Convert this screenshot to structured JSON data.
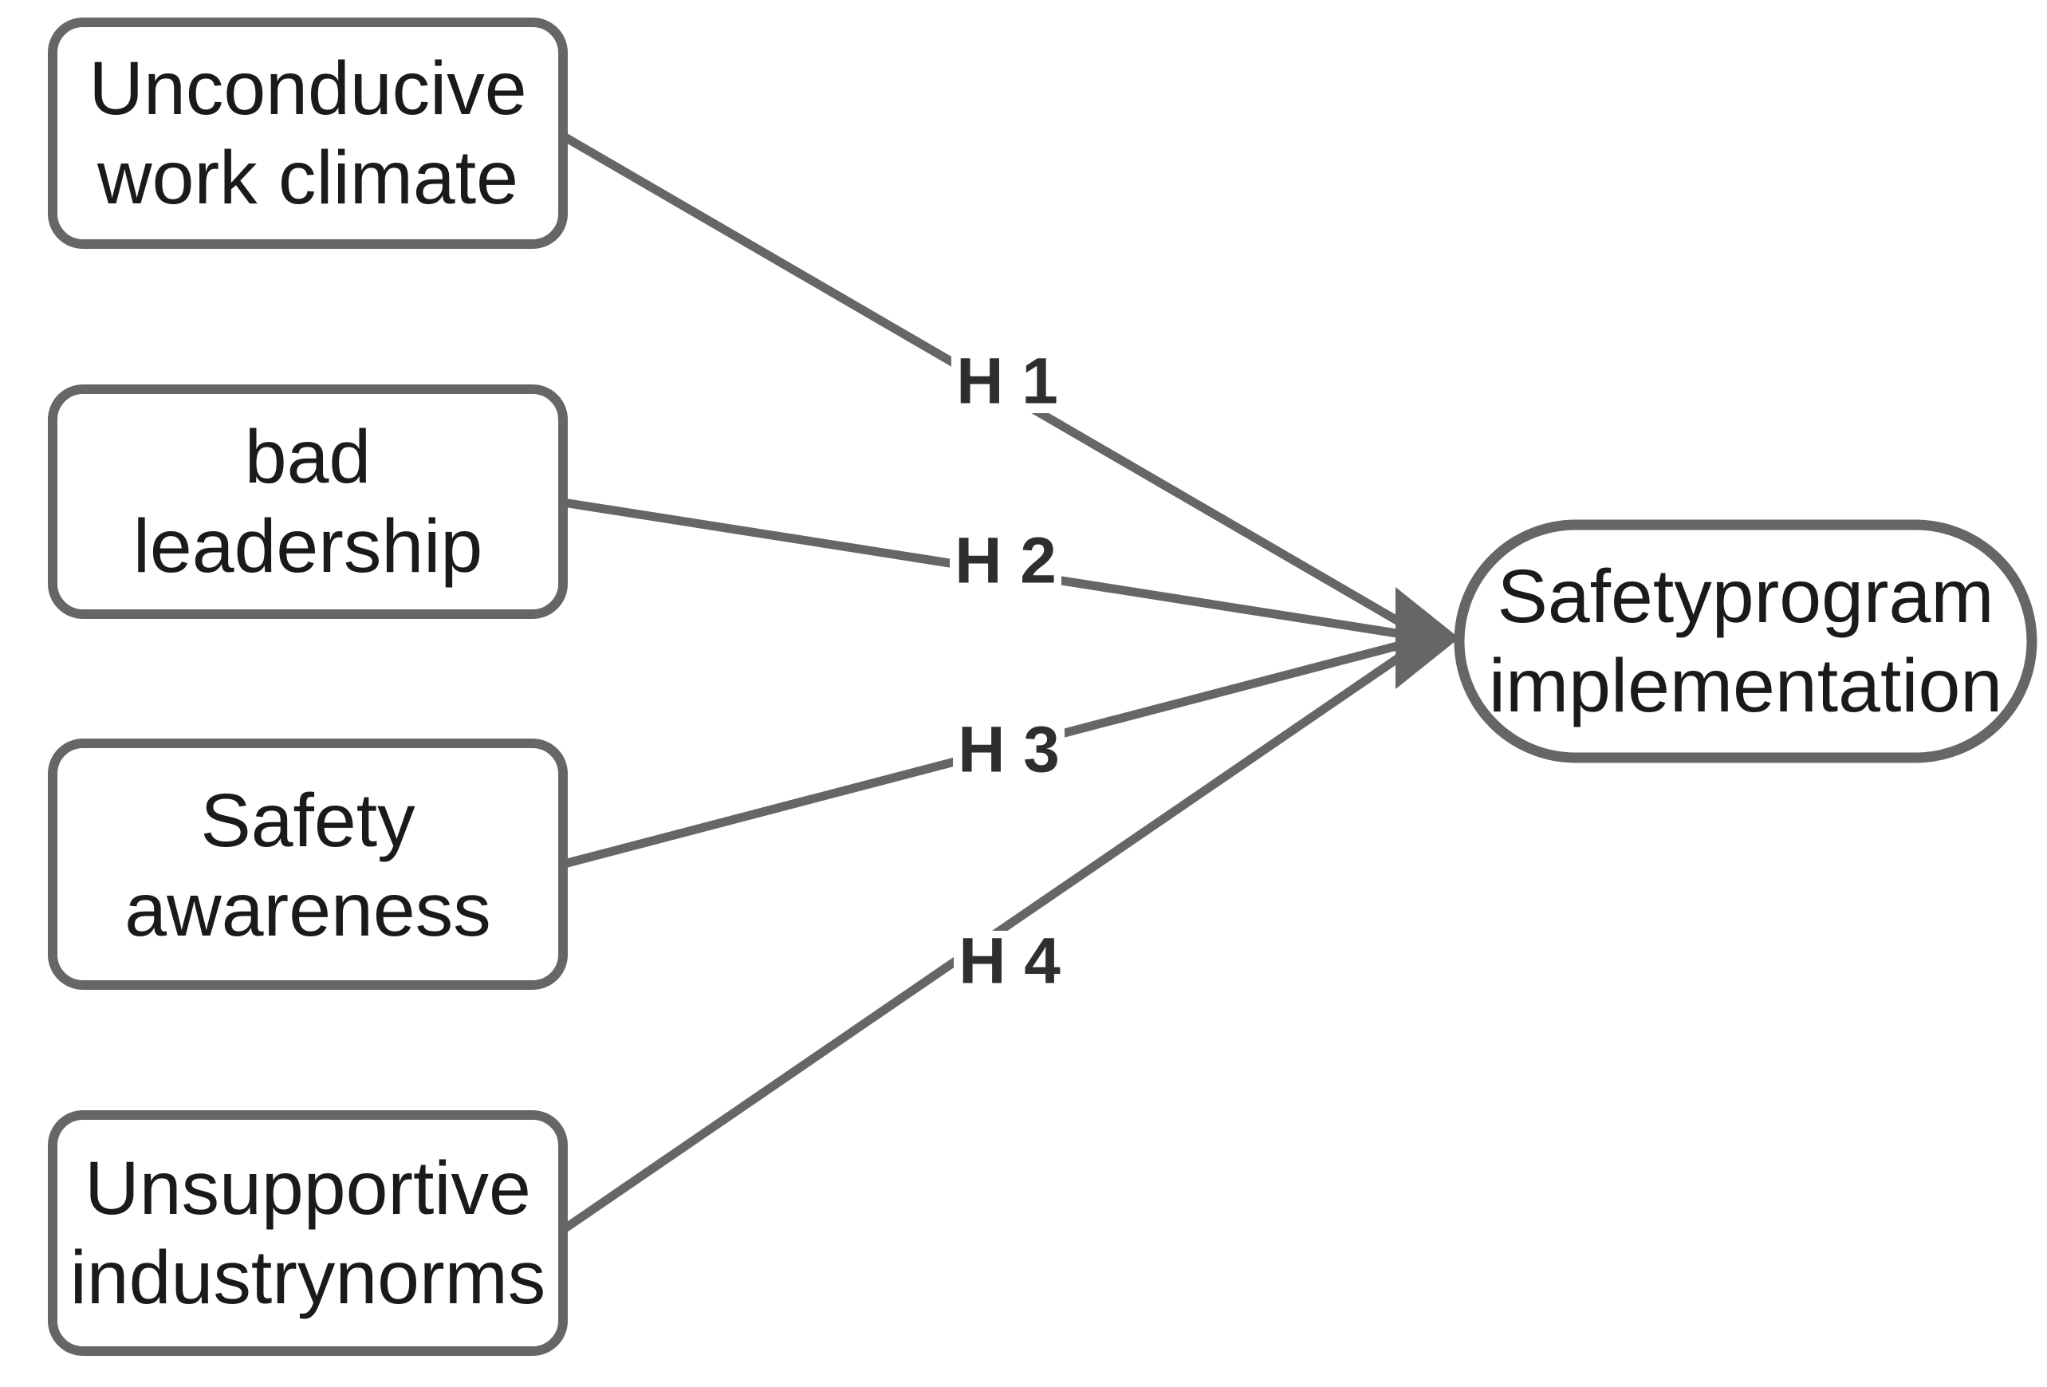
{
  "diagram": {
    "type": "hypothesis-model",
    "colors": {
      "background": "#ffffff",
      "node_fill": "#ffffff",
      "stroke": "#666666",
      "node_text": "#1a1a1a",
      "hypothesis_text": "#2e2e2e"
    },
    "factors": [
      {
        "line1": "Unconducive",
        "line2": "work climate",
        "hypothesis": "H 1"
      },
      {
        "line1": "bad",
        "line2": "leadership",
        "hypothesis": "H 2"
      },
      {
        "line1": "Safety",
        "line2": "awareness",
        "hypothesis": "H 3"
      },
      {
        "line1": "Unsupportive",
        "line2": "industrynorms",
        "hypothesis": "H 4"
      }
    ],
    "outcome": {
      "line1": "Safetyprogram",
      "line2": "implementation"
    }
  }
}
